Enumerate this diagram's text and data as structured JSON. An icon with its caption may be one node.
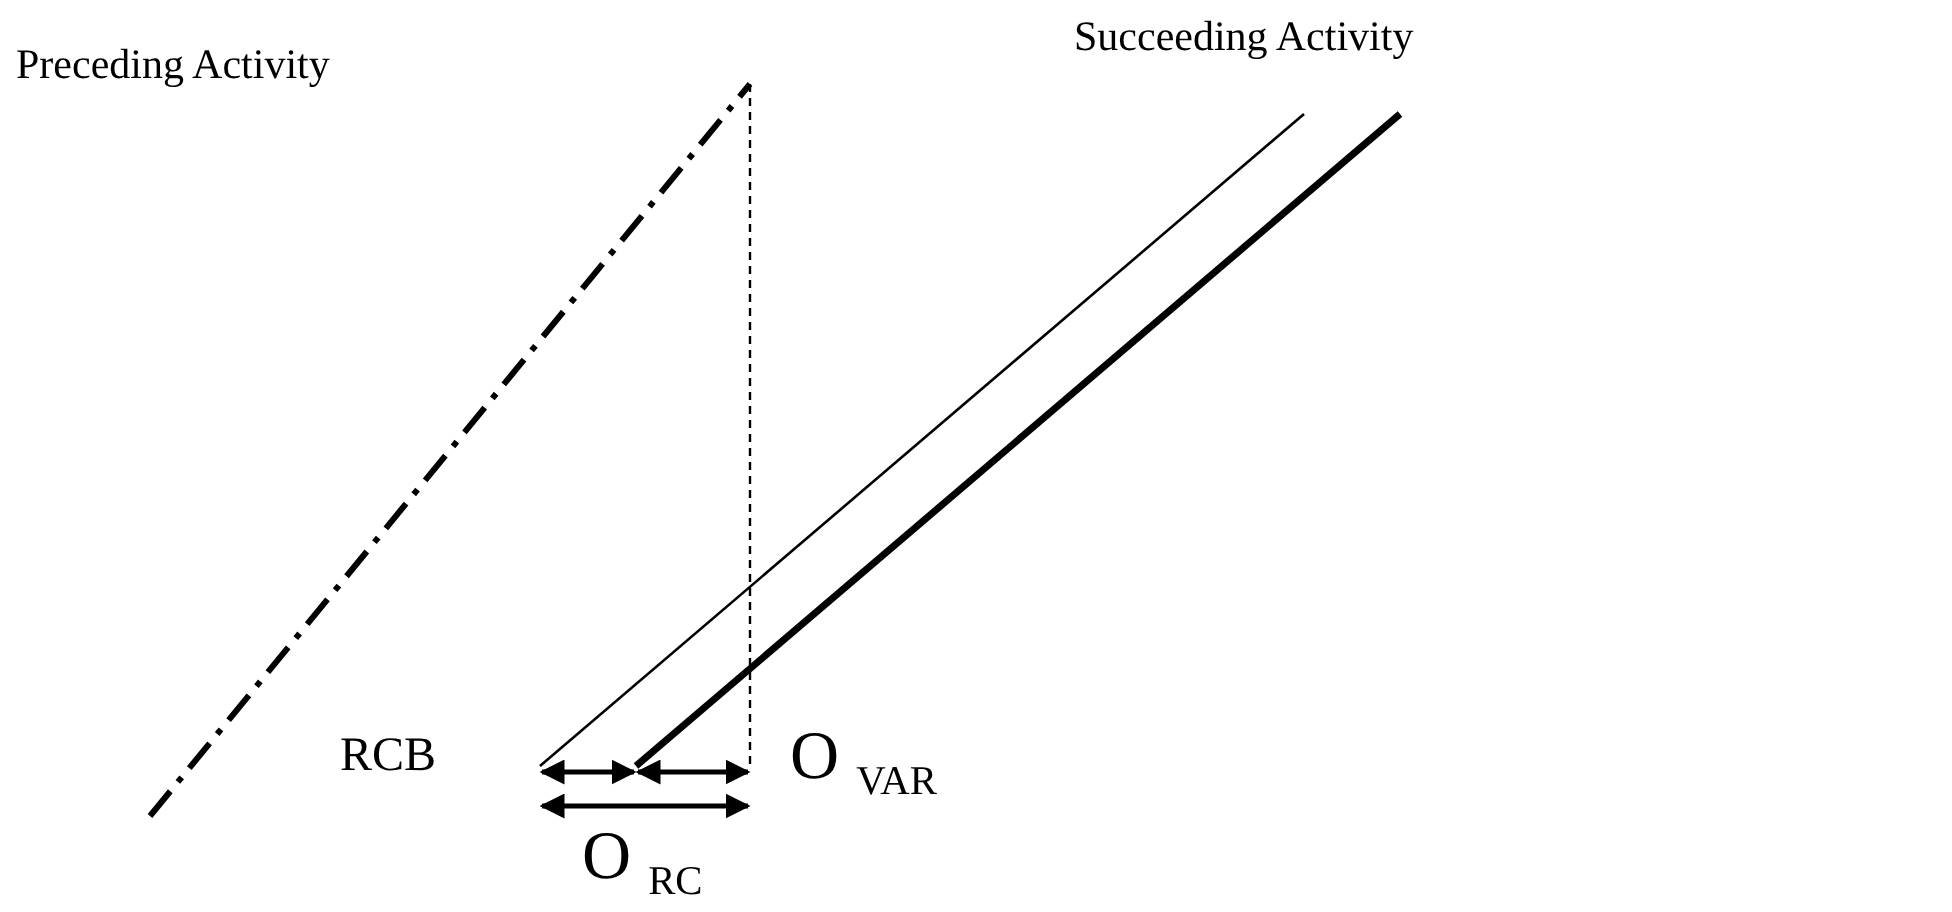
{
  "diagram": {
    "labels": [
      "Preceding Activity",
      "Succeeding Activity",
      "RCB",
      "O $_{VAR}$",
      "O $_{RC}$"
    ]
  }
}
